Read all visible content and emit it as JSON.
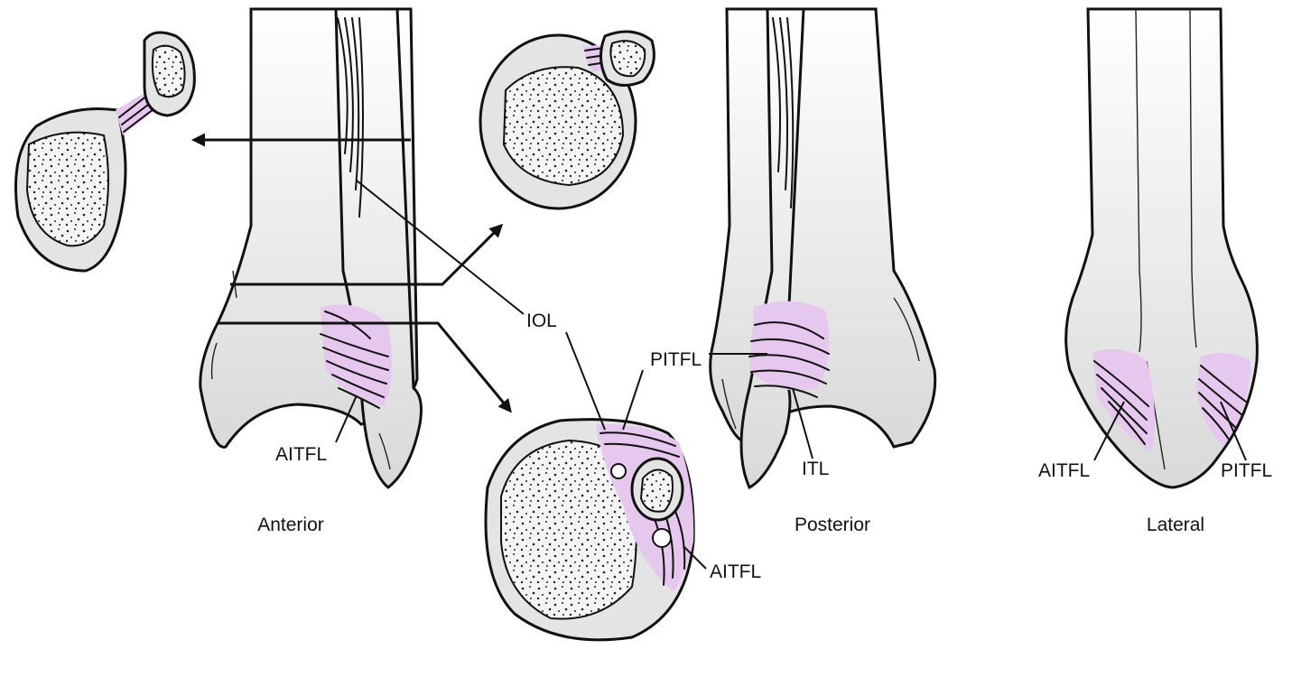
{
  "labels": {
    "iol": "IOL",
    "pitfl_center": "PITFL",
    "aitfl_anterior": "AITFL",
    "aitfl_cross_section": "AITFL",
    "itl": "ITL",
    "aitfl_lateral": "AITFL",
    "pitfl_lateral": "PITFL"
  },
  "captions": {
    "anterior": "Anterior",
    "posterior": "Posterior",
    "lateral": "Lateral"
  },
  "colors": {
    "ligament": "#e6c8ee",
    "bone": "#e4e4e4",
    "marrow": "#f4f4f4",
    "outline": "#111111"
  }
}
